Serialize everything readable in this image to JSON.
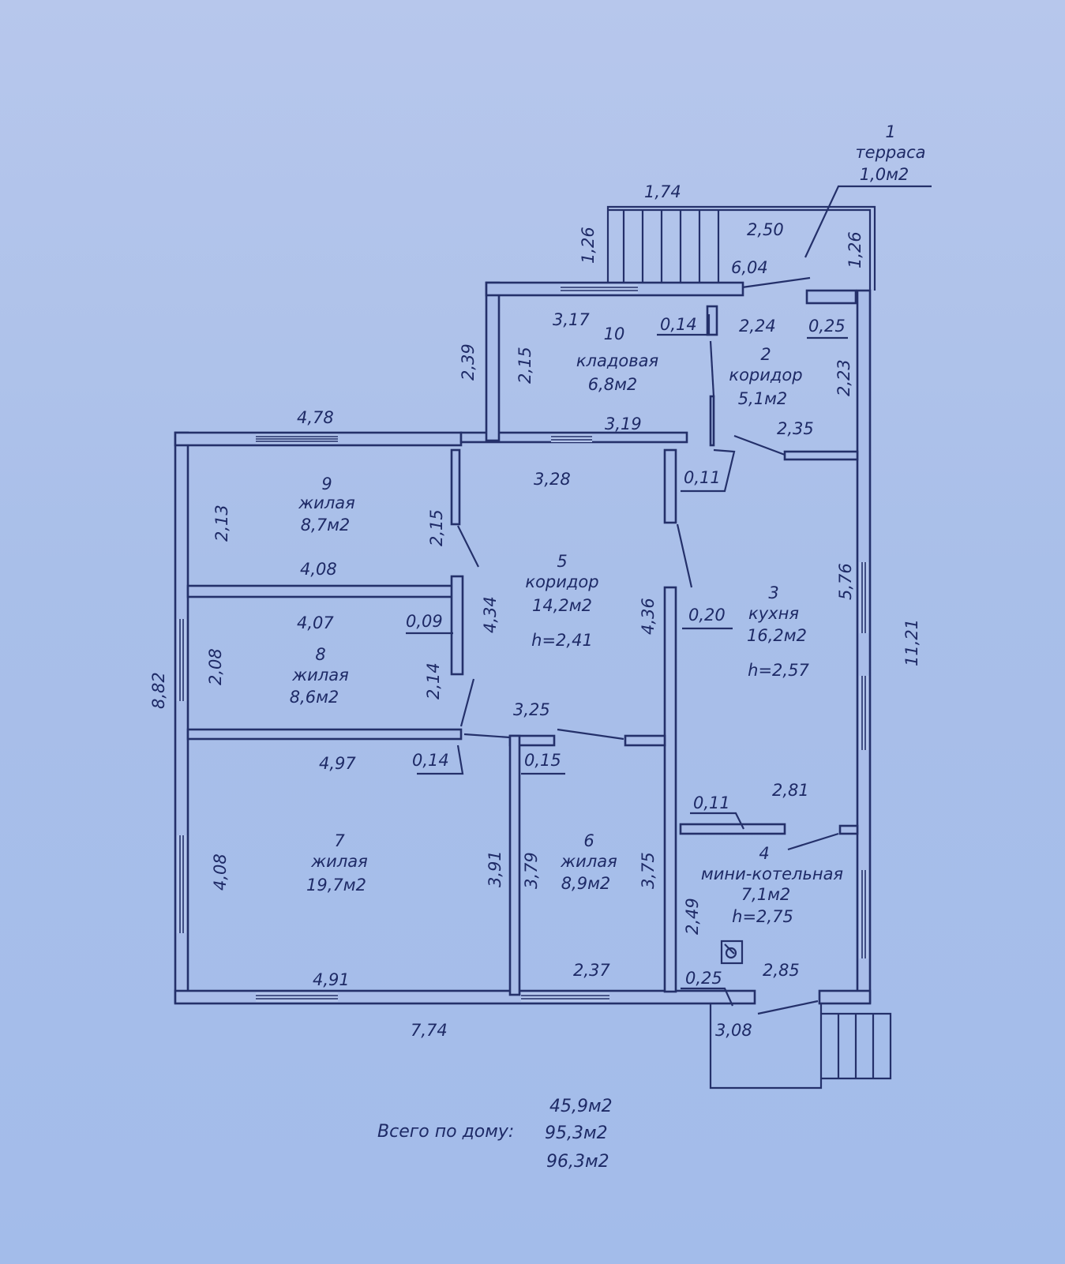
{
  "rooms": {
    "r1": {
      "num": "1",
      "name": "терраса",
      "area": "1,0м2"
    },
    "r2": {
      "num": "2",
      "name": "коридор",
      "area": "5,1м2"
    },
    "r3": {
      "num": "3",
      "name": "кухня",
      "area": "16,2м2",
      "height": "h=2,57"
    },
    "r4": {
      "num": "4",
      "name": "мини-котельная",
      "area": "7,1м2",
      "height": "h=2,75"
    },
    "r5": {
      "num": "5",
      "name": "коридор",
      "area": "14,2м2",
      "height": "h=2,41"
    },
    "r6": {
      "num": "6",
      "name": "жилая",
      "area": "8,9м2"
    },
    "r7": {
      "num": "7",
      "name": "жилая",
      "area": "19,7м2"
    },
    "r8": {
      "num": "8",
      "name": "жилая",
      "area": "8,6м2"
    },
    "r9": {
      "num": "9",
      "name": "жилая",
      "area": "8,7м2"
    },
    "r10": {
      "num": "10",
      "name": "кладовая",
      "area": "6,8м2"
    }
  },
  "dims": {
    "d174": "1,74",
    "d126a": "1,26",
    "d126b": "1,26",
    "d250": "2,50",
    "d604": "6,04",
    "d317": "3,17",
    "d014a": "0,14",
    "d224": "2,24",
    "d025a": "0,25",
    "d239": "2,39",
    "d215a": "2,15",
    "d223": "2,23",
    "d478": "4,78",
    "d319": "3,19",
    "d235": "2,35",
    "d011a": "0,11",
    "d328": "3,28",
    "d213": "2,13",
    "d215b": "2,15",
    "d408a": "4,08",
    "d434": "4,34",
    "d436": "4,36",
    "d576": "5,76",
    "d020": "0,20",
    "d407": "4,07",
    "d009": "0,09",
    "d882": "8,82",
    "d208": "2,08",
    "d214": "2,14",
    "d1121": "11,21",
    "d325": "3,25",
    "d497": "4,97",
    "d014b": "0,14",
    "d015": "0,15",
    "d011b": "0,11",
    "d281": "2,81",
    "d408b": "4,08",
    "d391": "3,91",
    "d379": "3,79",
    "d375": "3,75",
    "d249": "2,49",
    "d491": "4,91",
    "d237": "2,37",
    "d025b": "0,25",
    "d285": "2,85",
    "d308": "3,08",
    "d774": "7,74"
  },
  "totals": {
    "label": "Всего по дому:",
    "v1": "45,9м2",
    "v2": "95,3м2",
    "v3": "96,3м2"
  }
}
